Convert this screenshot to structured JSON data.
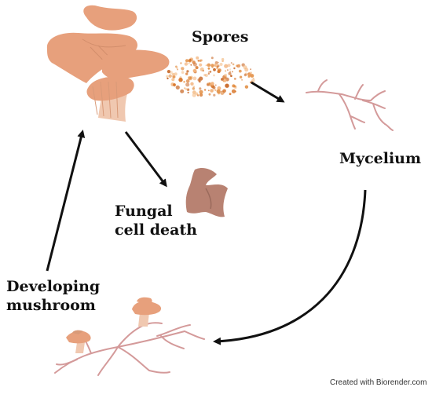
{
  "labels": {
    "spores": "Spores",
    "mycelium": "Mycelium",
    "fungal_cell_death_line1": "Fungal",
    "fungal_cell_death_line2": "cell death",
    "developing_mushroom_line1": "Developing",
    "developing_mushroom_line2": "mushroom"
  },
  "credit": "Created with Biorender.com",
  "colors": {
    "mushroom_cap": "#e7a07c",
    "mushroom_gills": "#d99a78",
    "mycelium": "#d49a9a",
    "spores": "#e08a3c",
    "dead_cell": "#b88272",
    "arrow": "#111111"
  },
  "icons": [
    "mature-mushroom-icon",
    "spores-icon",
    "mycelium-icon",
    "dead-fungal-cell-icon",
    "developing-mushroom-icon"
  ]
}
